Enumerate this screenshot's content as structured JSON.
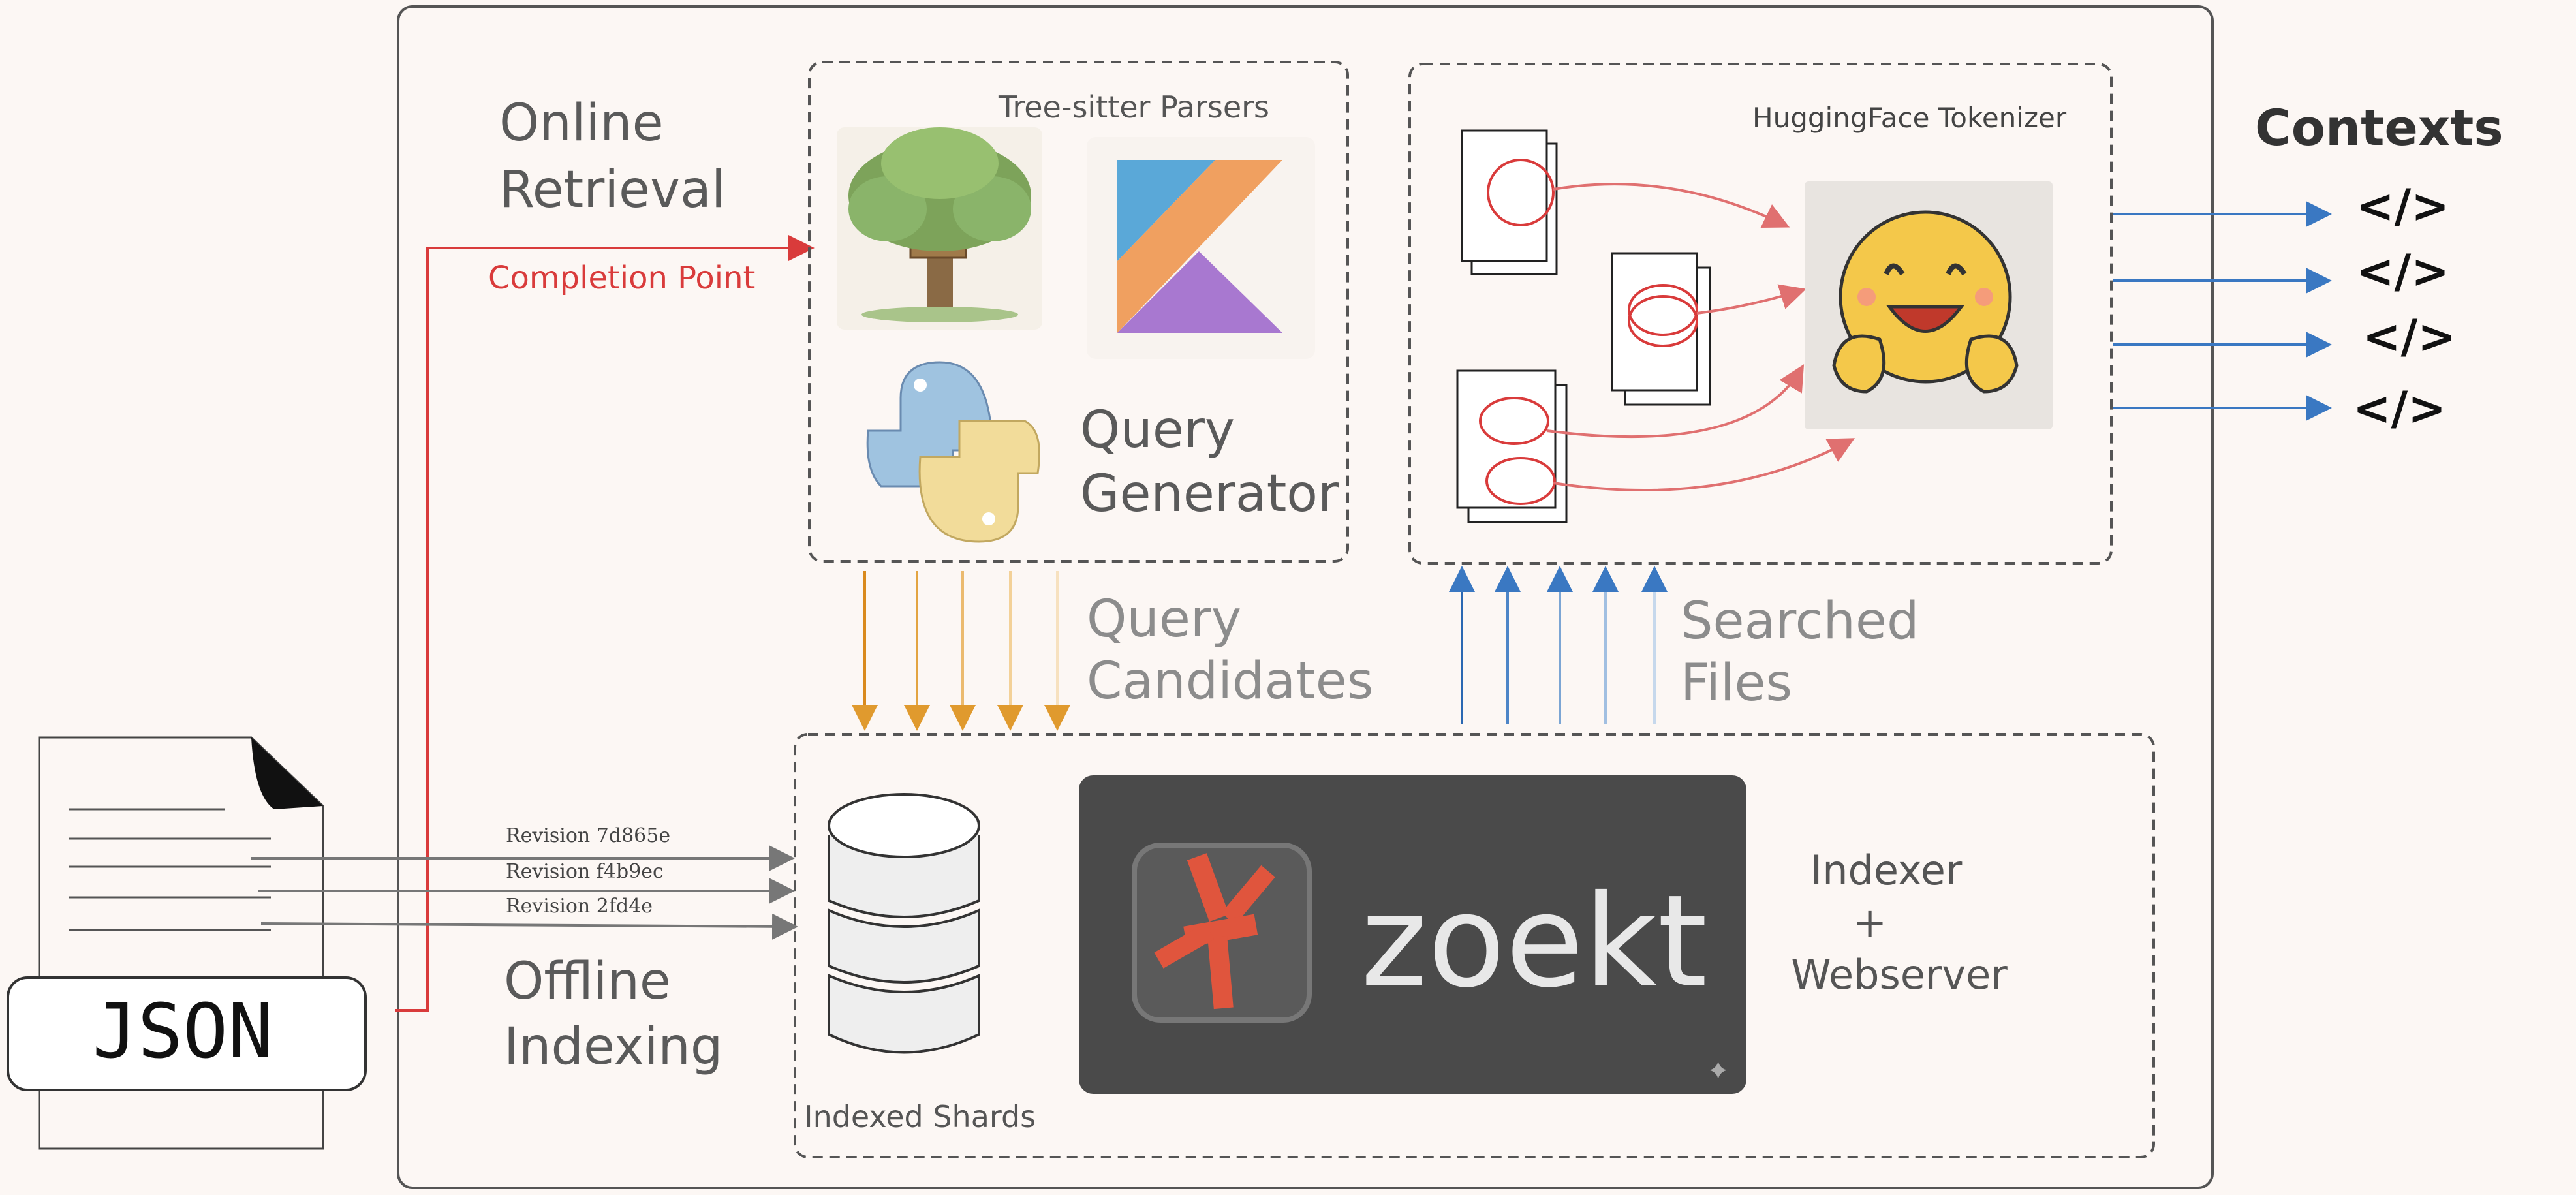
{
  "labels": {
    "online": [
      "Online",
      "Retrieval"
    ],
    "completion_point": "Completion Point",
    "tree_sitter": "Tree-sitter Parsers",
    "query_generator": [
      "Query",
      "Generator"
    ],
    "hf_tokenizer": "HuggingFace Tokenizer",
    "contexts": "Contexts",
    "query_candidates": [
      "Query",
      "Candidates"
    ],
    "searched_files": [
      "Searched",
      "Files"
    ],
    "revisions": [
      "Revision 7d865e",
      "Revision f4b9ec",
      "Revision 2fd4e"
    ],
    "json": "JSON",
    "offline": [
      "Offline",
      "Indexing"
    ],
    "indexed_shards": "Indexed Shards",
    "zoekt": "zoekt",
    "indexer": [
      "Indexer",
      "+",
      "Webserver"
    ],
    "code_tag": "</>"
  },
  "colors": {
    "background": "#fcf7f4",
    "red_arrow": "#d93b3b",
    "blue_arrow": "#3a78c2",
    "orange_arrow": "#e09a2e",
    "zoekt_bg": "#4a4a4a",
    "zoekt_icon": "#e0553d"
  }
}
